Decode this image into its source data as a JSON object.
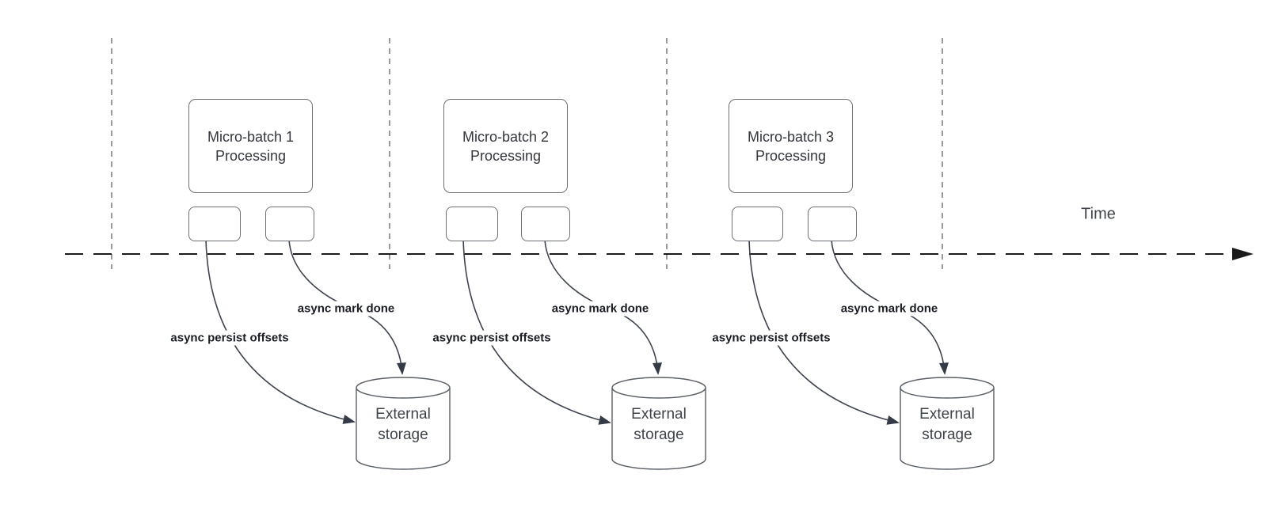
{
  "time_axis": {
    "label": "Time"
  },
  "columns": [
    {
      "box_label": "Micro-batch 1\nProcessing",
      "persist_label": "async persist offsets",
      "mark_done_label": "async mark done",
      "storage_label": "External\nstorage"
    },
    {
      "box_label": "Micro-batch 2\nProcessing",
      "persist_label": "async persist offsets",
      "mark_done_label": "async mark done",
      "storage_label": "External\nstorage"
    },
    {
      "box_label": "Micro-batch 3\nProcessing",
      "persist_label": "async persist offsets",
      "mark_done_label": "async mark done",
      "storage_label": "External\nstorage"
    }
  ],
  "colors": {
    "box_border": "#6d7076",
    "guide_line": "#9a9a9a",
    "axis_line": "#1a1a1a",
    "arrow_line": "#3e4450",
    "label_text": "#1b1d25",
    "box_text": "#33363c",
    "storage_text": "#3f444b"
  }
}
